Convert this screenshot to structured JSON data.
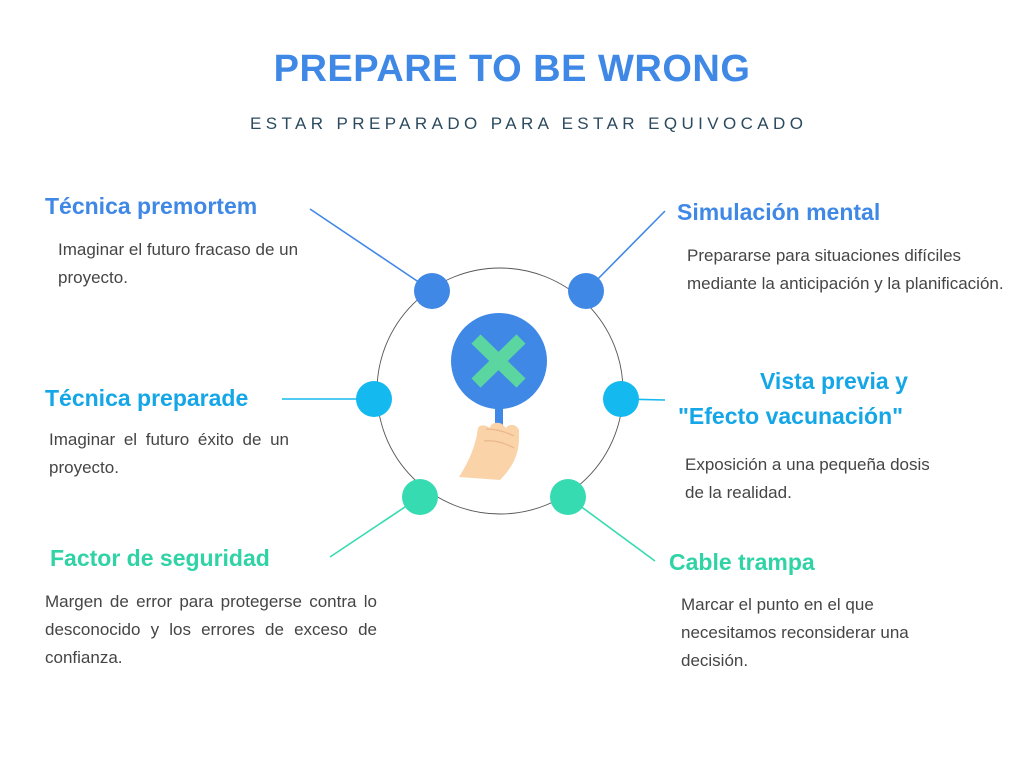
{
  "header": {
    "title": "PREPARE TO BE WRONG",
    "subtitle": "ESTAR PREPARADO PARA ESTAR EQUIVOCADO"
  },
  "nodes": [
    {
      "id": "premortem",
      "title": "Técnica premortem",
      "description": "Imaginar el futuro fracaso de un proyecto.",
      "color": "#3f88e6"
    },
    {
      "id": "simulacion",
      "title": "Simulación mental",
      "description": "Prepararse para situaciones difíciles mediante la anticipación y la planificación.",
      "color": "#3f88e6"
    },
    {
      "id": "preparade",
      "title": "Técnica preparade",
      "description": "Imaginar el futuro éxito de un proyecto.",
      "color": "#14b9ef"
    },
    {
      "id": "vista-previa",
      "title_line1": "Vista previa y",
      "title_line2": "\"Efecto vacunación\"",
      "description": "Exposición a una pequeña dosis de la realidad.",
      "color": "#14b9ef"
    },
    {
      "id": "seguridad",
      "title": "Factor de seguridad",
      "description": "Margen de error para protegerse contra lo desconocido y los errores de exceso de confianza.",
      "color": "#36dbb1"
    },
    {
      "id": "cable-trampa",
      "title": "Cable trampa",
      "description": "Marcar el punto en el que necesitamos reconsiderar una decisión.",
      "color": "#36dbb1"
    }
  ],
  "center_icon": {
    "name": "hand-holding-x-sign-icon",
    "sign_color": "#3f88e6",
    "x_color": "#5cd6a0",
    "skin_color": "#fbd3a8"
  },
  "colors": {
    "blue": "#3f88e6",
    "cyan": "#14b9ef",
    "green": "#36dbb1",
    "ring": "#555555"
  }
}
